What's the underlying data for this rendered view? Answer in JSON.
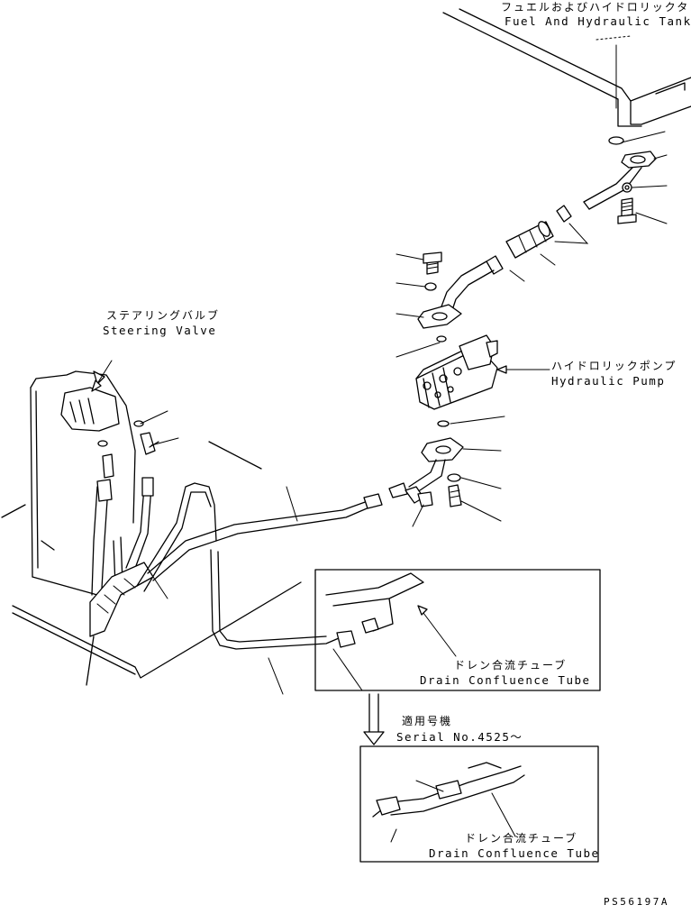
{
  "labels": {
    "tank_jp": "フュエルおよびハイドロリックタンク",
    "tank_en": "Fuel And Hydraulic Tank",
    "steering_jp": "ステアリングバルブ",
    "steering_en": "Steering Valve",
    "pump_jp": "ハイドロリックポンプ",
    "pump_en": "Hydraulic Pump",
    "drain1_jp": "ドレン合流チューブ",
    "drain1_en": "Drain Confluence Tube",
    "serial_jp": "適用号機",
    "serial_en": "Serial No.4525～",
    "drain2_jp": "ドレン合流チューブ",
    "drain2_en": "Drain Confluence Tube",
    "drawing_code": "PS56197A"
  }
}
